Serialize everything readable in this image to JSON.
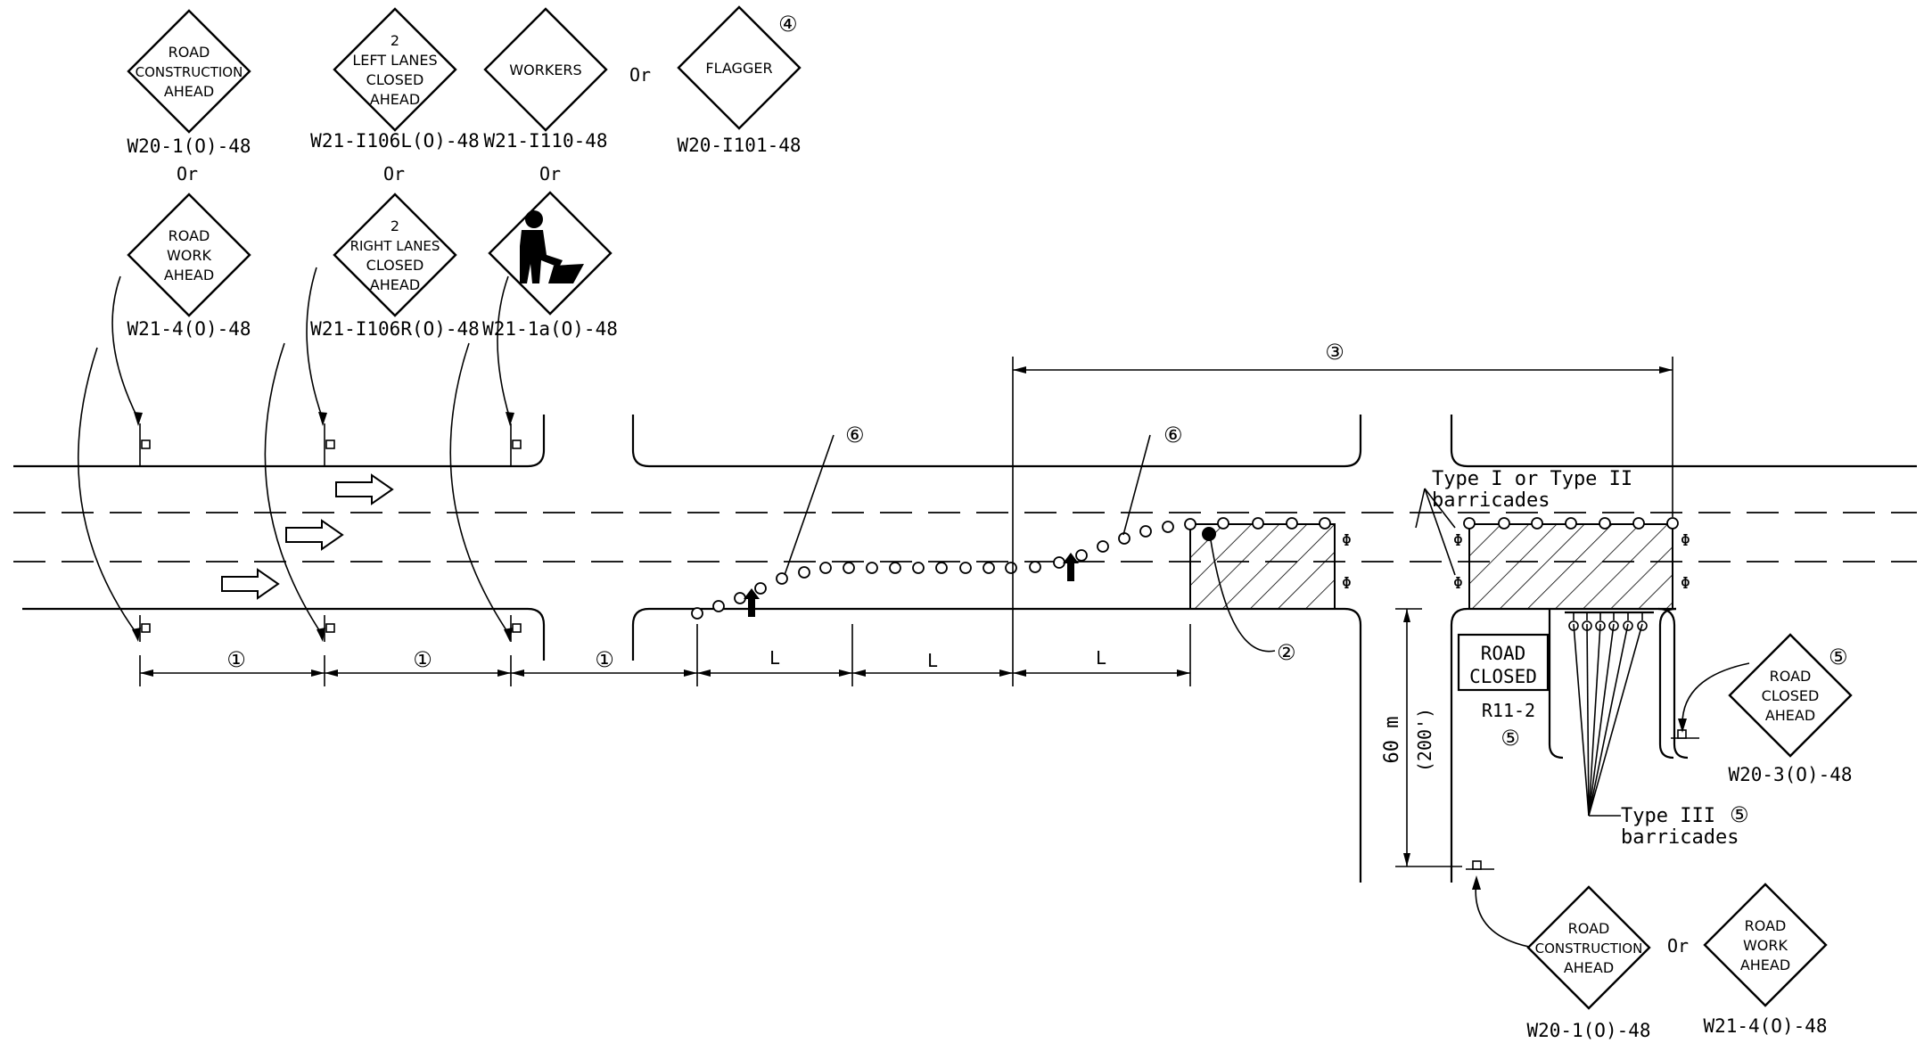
{
  "signs": {
    "s1": {
      "lines": [
        "ROAD",
        "CONSTRUCTION",
        "AHEAD"
      ],
      "code": "W20-1(O)-48"
    },
    "s2": {
      "lines": [
        "2",
        "LEFT LANES",
        "CLOSED",
        "AHEAD"
      ],
      "code": "W21-I106L(O)-48"
    },
    "s3": {
      "lines": [
        "WORKERS"
      ],
      "code": "W21-I110-48"
    },
    "s4": {
      "lines": [
        "FLAGGER"
      ],
      "code": "W20-I101-48"
    },
    "s5": {
      "lines": [
        "ROAD",
        "WORK",
        "AHEAD"
      ],
      "code": "W21-4(O)-48"
    },
    "s6": {
      "lines": [
        "2",
        "RIGHT LANES",
        "CLOSED",
        "AHEAD"
      ],
      "code": "W21-I106R(O)-48"
    },
    "s7": {
      "lines": [],
      "code": "W21-1a(O)-48",
      "icon": "worker-shovel-icon"
    },
    "s8": {
      "lines": [
        "ROAD",
        "CLOSED",
        "AHEAD"
      ],
      "code": "W20-3(O)-48"
    },
    "s9": {
      "lines": [
        "ROAD",
        "CONSTRUCTION",
        "AHEAD"
      ],
      "code": "W20-1(O)-48"
    },
    "s10": {
      "lines": [
        "ROAD",
        "WORK",
        "AHEAD"
      ],
      "code": "W21-4(O)-48"
    }
  },
  "or_text": "Or",
  "notes": {
    "n1": "①",
    "n2": "②",
    "n3": "③",
    "n4": "④",
    "n5": "⑤",
    "n6": "⑥"
  },
  "dim_L": "L",
  "labels": {
    "type12_line1": "Type I or Type II",
    "type12_line2": "barricades",
    "type3_line1": "Type III",
    "type3_line2": "barricades",
    "road_closed_1": "ROAD",
    "road_closed_2": "CLOSED",
    "r11_code": "R11-2",
    "dist_m": "60 m",
    "dist_ft": "(200')"
  }
}
